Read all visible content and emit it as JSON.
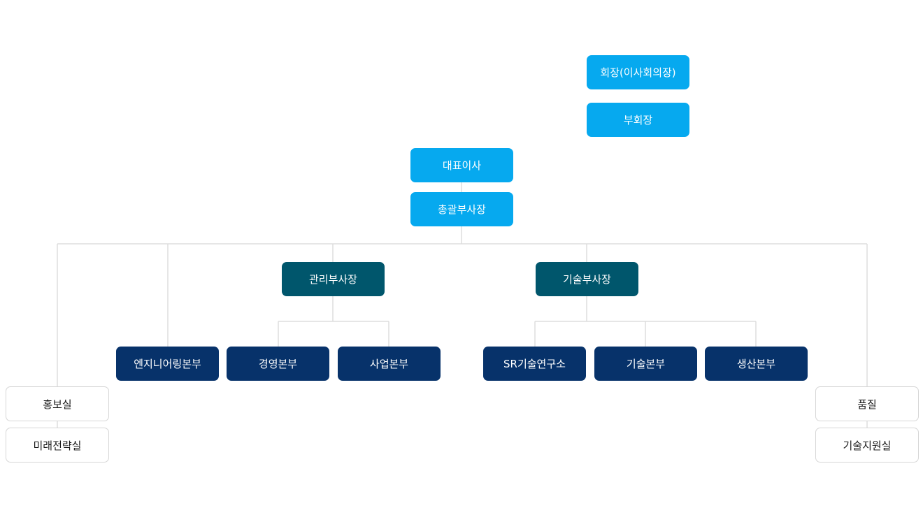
{
  "colors": {
    "executive": "#06a9ef",
    "vice_president": "#00566c",
    "division": "#07326a",
    "staff_border": "#d6d6d6",
    "connector": "#dddddd"
  },
  "org": {
    "chairman": "회장(이사회의장)",
    "vice_chairman": "부회장",
    "ceo": "대표이사",
    "general_vp": "총괄부사장",
    "admin_vp": {
      "label": "관리부사장",
      "divisions": [
        "경영본부",
        "사업본부"
      ]
    },
    "tech_vp": {
      "label": "기술부사장",
      "divisions": [
        "SR기술연구소",
        "기술본부",
        "생산본부"
      ]
    },
    "engineering_division": "엔지니어링본부",
    "left_staff": [
      "홍보실",
      "미래전략실"
    ],
    "right_staff": [
      "품질",
      "기술지원실"
    ]
  }
}
